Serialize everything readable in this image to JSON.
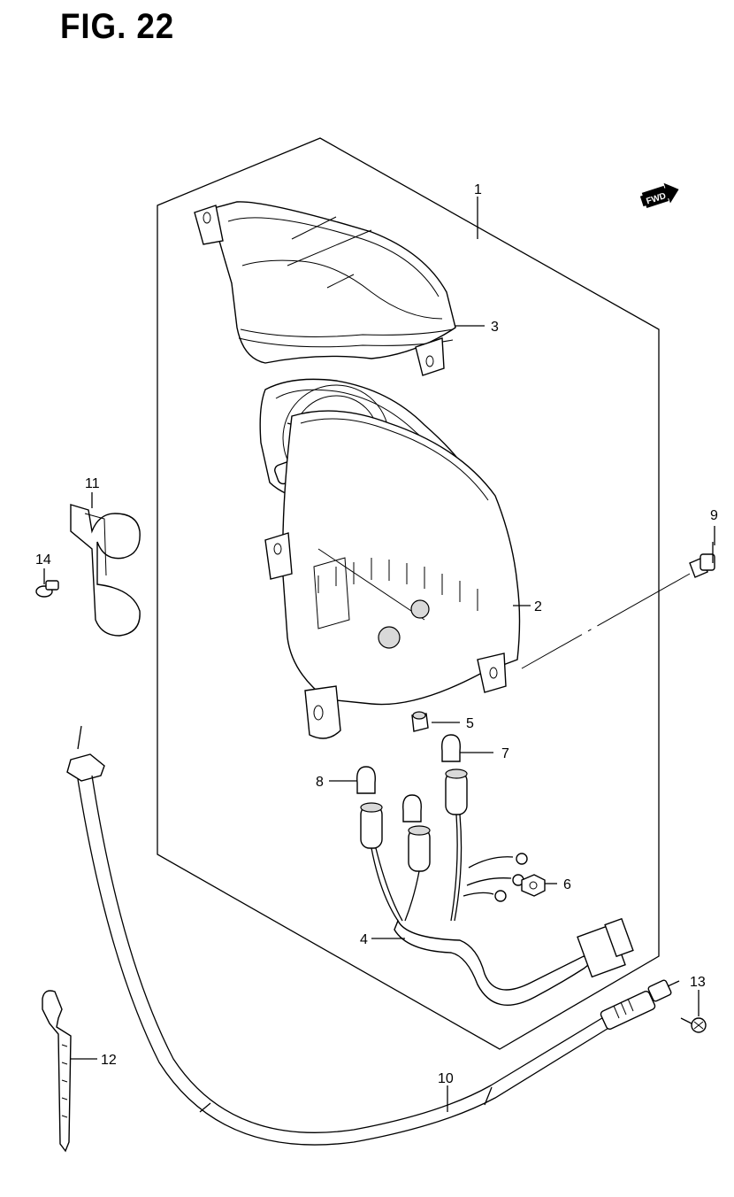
{
  "figure": {
    "title": "FIG. 22"
  },
  "direction_badge": {
    "label": "FWD"
  },
  "callouts": [
    {
      "id": "1",
      "label": "1"
    },
    {
      "id": "2",
      "label": "2"
    },
    {
      "id": "3",
      "label": "3"
    },
    {
      "id": "4",
      "label": "4"
    },
    {
      "id": "5",
      "label": "5"
    },
    {
      "id": "6",
      "label": "6"
    },
    {
      "id": "7",
      "label": "7"
    },
    {
      "id": "8",
      "label": "8"
    },
    {
      "id": "9",
      "label": "9"
    },
    {
      "id": "10",
      "label": "10"
    },
    {
      "id": "11",
      "label": "11"
    },
    {
      "id": "12",
      "label": "12"
    },
    {
      "id": "13",
      "label": "13"
    },
    {
      "id": "14",
      "label": "14"
    }
  ]
}
